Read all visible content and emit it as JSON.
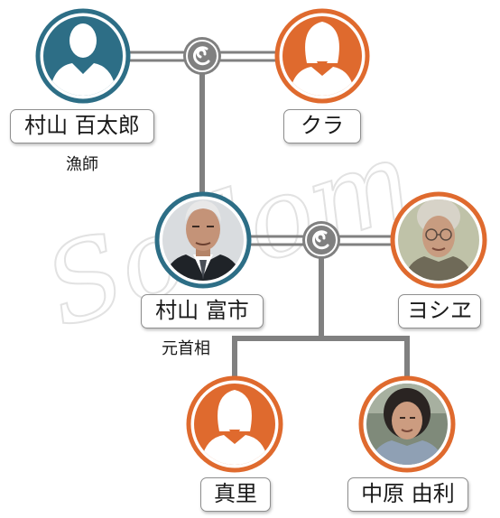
{
  "colors": {
    "male_border": "#2d6e86",
    "female_border": "#df6a2e",
    "connector_line": "#808080",
    "marriage_badge": "#808080"
  },
  "watermark": "Sodom",
  "people": {
    "murayama_momotaro": {
      "name": "村山 百太郎",
      "role": "漁師",
      "gender": "male",
      "icon": "male-silhouette-icon"
    },
    "kura": {
      "name": "クラ",
      "gender": "female",
      "icon": "female-silhouette-icon"
    },
    "murayama_tomiichi": {
      "name": "村山 富市",
      "role": "元首相",
      "gender": "male",
      "icon": "elderly-man-portrait-photo"
    },
    "yoshie": {
      "name": "ヨシヱ",
      "gender": "female",
      "icon": "elderly-woman-portrait-photo"
    },
    "mari": {
      "name": "真里",
      "gender": "female",
      "icon": "female-silhouette-icon"
    },
    "nakahara_yuri": {
      "name": "中原 由利",
      "gender": "female",
      "icon": "woman-portrait-photo"
    }
  }
}
